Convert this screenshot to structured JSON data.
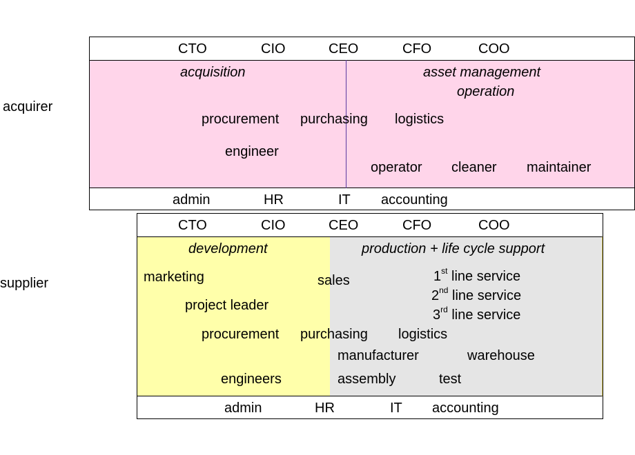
{
  "colors": {
    "acquirer_bg": "#ffd5ea",
    "dev_bg": "#ffffaa",
    "prod_bg": "#e5e5e5",
    "divider": "#5a3aa0"
  },
  "acquirer": {
    "label": "acquirer",
    "executives": [
      "CTO",
      "CIO",
      "CEO",
      "CFO",
      "COO"
    ],
    "acquisition_title": "acquisition",
    "asset_title_1": "asset management",
    "asset_title_2": "operation",
    "procurement": "procurement",
    "purchasing": "purchasing",
    "logistics": "logistics",
    "engineer": "engineer",
    "operator": "operator",
    "cleaner": "cleaner",
    "maintainer": "maintainer",
    "support": [
      "admin",
      "HR",
      "IT",
      "accounting"
    ]
  },
  "supplier": {
    "label": "supplier",
    "executives": [
      "CTO",
      "CIO",
      "CEO",
      "CFO",
      "COO"
    ],
    "development_title": "development",
    "production_title": "production + life cycle support",
    "marketing": "marketing",
    "sales": "sales",
    "service_1_num": "1",
    "service_1_sup": "st",
    "service_1_text": " line service",
    "service_2_num": "2",
    "service_2_sup": "nd",
    "service_2_text": " line service",
    "service_3_num": "3",
    "service_3_sup": "rd",
    "service_3_text": " line service",
    "project_leader": "project leader",
    "procurement": "procurement",
    "purchasing": "purchasing",
    "logistics": "logistics",
    "manufacturer": "manufacturer",
    "warehouse": "warehouse",
    "engineers": "engineers",
    "assembly": "assembly",
    "test": "test",
    "support": [
      "admin",
      "HR",
      "IT",
      "accounting"
    ]
  }
}
